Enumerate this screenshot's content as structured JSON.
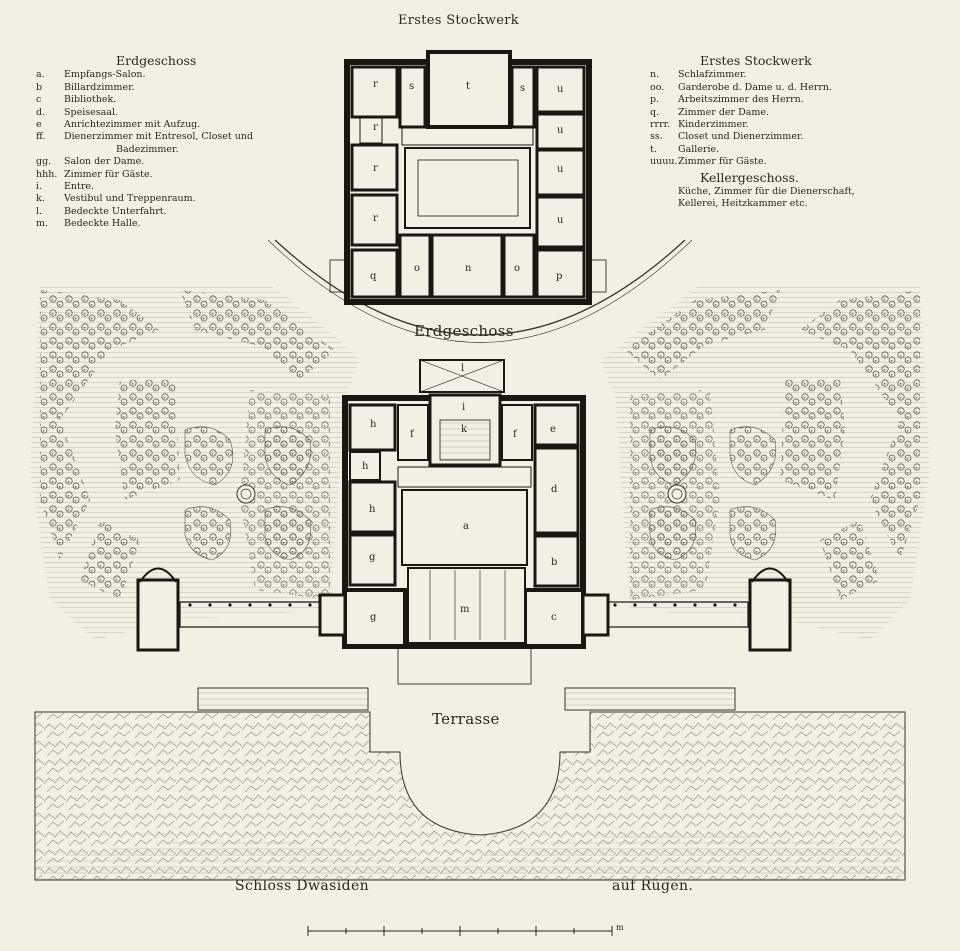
{
  "headings": {
    "upper_floor_plan": "Erstes Stockwerk",
    "ground_floor_plan": "Erdgeschoss",
    "terrace": "Terrasse"
  },
  "legend_left": {
    "title": "Erdgeschoss",
    "items": [
      {
        "key": "a.",
        "label": "Empfangs-Salon."
      },
      {
        "key": "b",
        "label": "Billardzimmer."
      },
      {
        "key": "c",
        "label": "Bibliothek."
      },
      {
        "key": "d.",
        "label": "Speisesaal."
      },
      {
        "key": "e",
        "label": "Anrichtezimmer mit Aufzug."
      },
      {
        "key": "ff.",
        "label": "Dienerzimmer mit Entresol, Closet und",
        "cont": "Badezimmer."
      },
      {
        "key": "gg.",
        "label": "Salon der Dame."
      },
      {
        "key": "hhh.",
        "label": "Zimmer für Gäste."
      },
      {
        "key": "i.",
        "label": "Entre."
      },
      {
        "key": "k.",
        "label": "Vestibul und Treppenraum."
      },
      {
        "key": "l.",
        "label": "Bedeckte Unterfahrt."
      },
      {
        "key": "m.",
        "label": "Bedeckte Halle."
      }
    ]
  },
  "legend_right": {
    "title": "Erstes Stockwerk",
    "items": [
      {
        "key": "n.",
        "label": "Schlafzimmer."
      },
      {
        "key": "oo.",
        "label": "Garderobe d. Dame u. d. Herrn."
      },
      {
        "key": "p.",
        "label": "Arbeitszimmer des Herrn."
      },
      {
        "key": "q.",
        "label": "Zimmer der Dame."
      },
      {
        "key": "rrrr.",
        "label": "Kinderzimmer."
      },
      {
        "key": "ss.",
        "label": "Closet und Dienerzimmer."
      },
      {
        "key": "t.",
        "label": "Gallerie."
      },
      {
        "key": "uuuu.",
        "label": "Zimmer für Gäste."
      }
    ],
    "basement_title": "Kellergeschoss.",
    "basement_lines": [
      "Küche, Zimmer für die Dienerschaft,",
      "Kellerei, Heitzkammer etc."
    ]
  },
  "room_letters": {
    "upper": [
      "r",
      "s",
      "t",
      "s",
      "u",
      "r",
      "u",
      "r",
      "u",
      "r",
      "u",
      "q",
      "o",
      "n",
      "o",
      "p"
    ],
    "ground": [
      "l",
      "i",
      "h",
      "f",
      "k",
      "f",
      "e",
      "h",
      "d",
      "h",
      "a",
      "g",
      "b",
      "g",
      "m",
      "c"
    ]
  },
  "caption": {
    "left": "Schloss Dwasiden",
    "right": "auf Rügen."
  },
  "scale_end_label": "m"
}
